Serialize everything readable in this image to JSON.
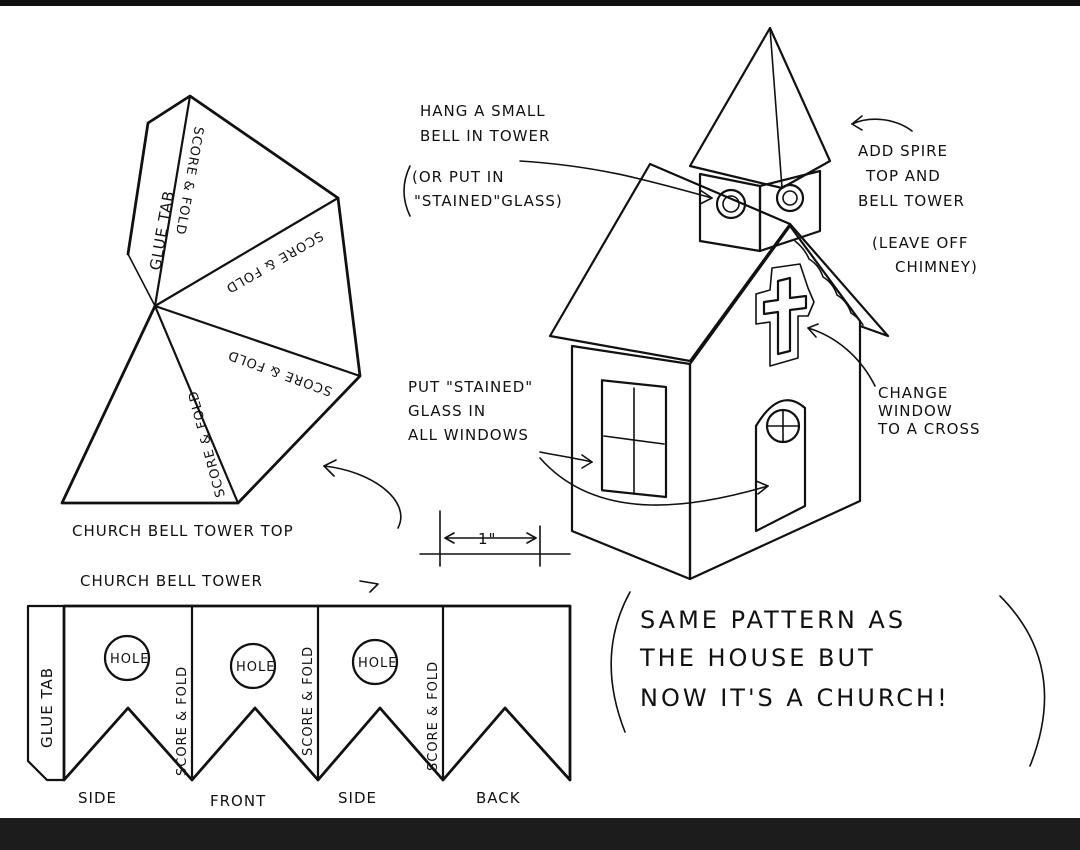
{
  "labels": {
    "glue_tab_top": "GLUE TAB",
    "score_fold_1": "SCORE & FOLD",
    "score_fold_2": "SCORE & FOLD",
    "score_fold_3": "SCORE & FOLD",
    "score_fold_4": "SCORE & FOLD",
    "tower_top_caption": "CHURCH BELL TOWER TOP",
    "tower_caption": "CHURCH BELL TOWER",
    "glue_tab_side": "GLUE TAB",
    "hole": "HOLE",
    "score_fold_s1": "SCORE & FOLD",
    "score_fold_s2": "SCORE & FOLD",
    "score_fold_s3": "SCORE & FOLD",
    "panel_side_1": "SIDE",
    "panel_front": "FRONT",
    "panel_side_2": "SIDE",
    "panel_back": "BACK",
    "dimension": "1\"",
    "hang_bell_1": "HANG A SMALL",
    "hang_bell_2": "BELL IN TOWER",
    "stained_1": "(OR PUT IN",
    "stained_2": "\"STAINED\"GLASS)",
    "add_spire_1": "ADD SPIRE",
    "add_spire_2": "TOP AND",
    "add_spire_3": "BELL TOWER",
    "leave_off_1": "(LEAVE OFF",
    "leave_off_2": "CHIMNEY)",
    "put_stained_1": "PUT \"STAINED\"",
    "put_stained_2": "GLASS IN",
    "put_stained_3": "ALL WINDOWS",
    "change_window_1": "CHANGE",
    "change_window_2": "WINDOW",
    "change_window_3": "TO A CROSS",
    "note_1": "SAME PATTERN AS",
    "note_2": "THE HOUSE BUT",
    "note_3": "NOW IT'S A CHURCH!"
  }
}
